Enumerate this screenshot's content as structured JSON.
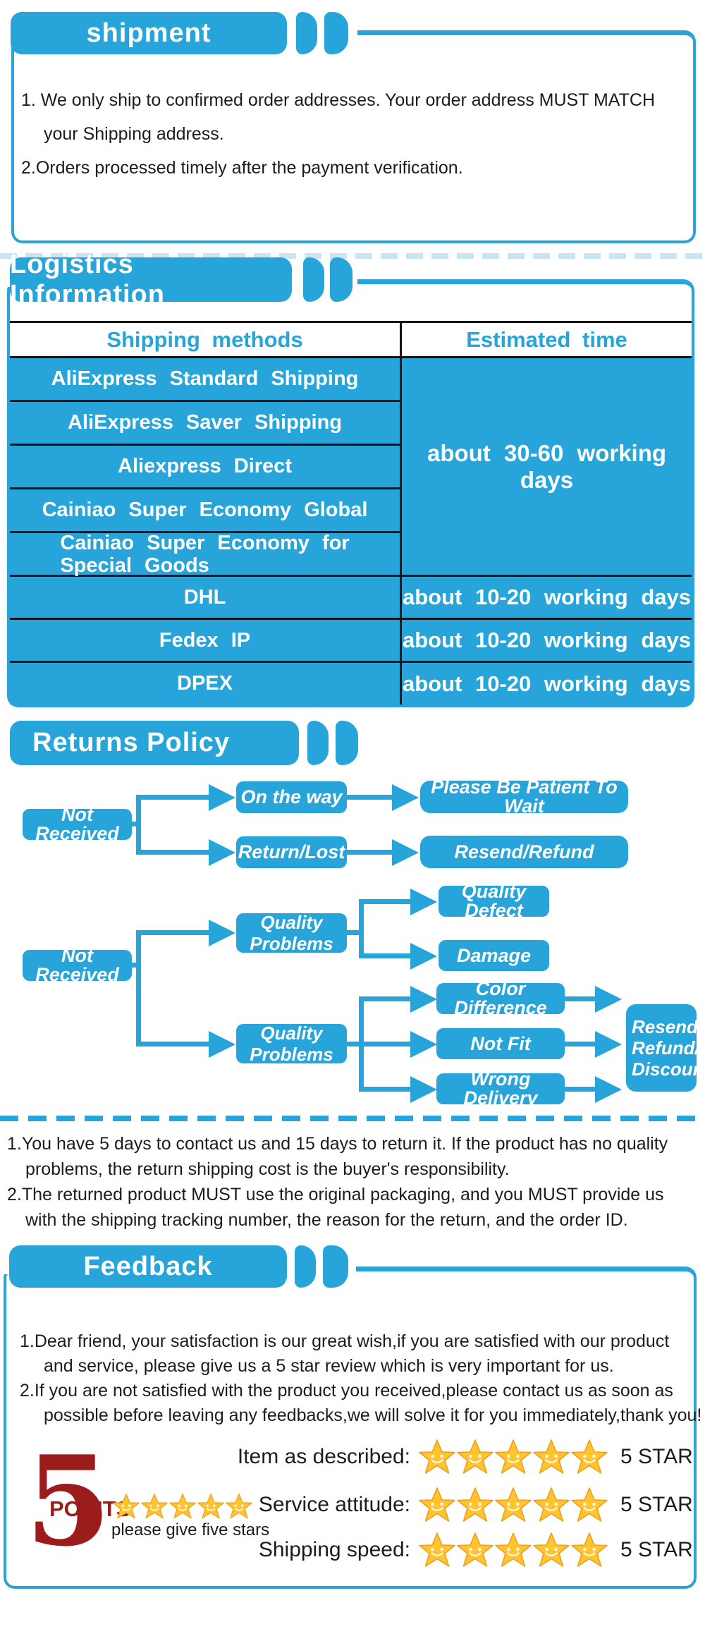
{
  "colors": {
    "blue": "#27a5db",
    "red": "#9c1b1b",
    "gold": "#ffc42e",
    "gold_edge": "#ef9f1e",
    "grid": "#141414"
  },
  "shipment": {
    "title": "shipment",
    "lines": [
      "1. We only ship to confirmed order addresses. Your order address MUST MATCH",
      "your Shipping address.",
      "2.Orders processed timely after the payment verification."
    ]
  },
  "logistics": {
    "title": "Logistics Information",
    "table": {
      "headers": [
        "Shipping methods",
        "Estimated time"
      ],
      "methods": [
        "AliExpress Standard Shipping",
        "AliExpress Saver Shipping",
        "Aliexpress Direct",
        "Cainiao Super Economy Global",
        "Cainiao Super Economy for\nSpecial Goods",
        "DHL",
        "Fedex IP",
        "DPEX"
      ],
      "merged_time": "about 30-60 working days",
      "times": [
        "about 10-20 working days",
        "about 10-20 working days",
        "about 10-20 working days"
      ]
    }
  },
  "returns": {
    "title": "Returns Policy",
    "flow1": {
      "source": "Not Received",
      "mid1": "On the way",
      "result1": "Please Be Patient To Wait",
      "mid2": "Return/Lost",
      "result2": "Resend/Refund"
    },
    "flow2": {
      "source": "Not Received",
      "mid1": "Quality\nProblems",
      "target1": "Quality Defect",
      "target2": "Damage",
      "mid2": "Quality\nProblems",
      "target3": "Color Difference",
      "target4": "Not Fit",
      "target5": "Wrong Delivery",
      "result": "Resend/\nRefund/\nDiscount"
    },
    "notes": [
      "1.You have 5 days to contact us and 15 days to return it. If the product has no quality",
      "problems, the return shipping cost is the buyer's responsibility.",
      "2.The returned product MUST use the original packaging, and you MUST provide us",
      "with the shipping tracking number, the reason for the return, and the order ID."
    ]
  },
  "feedback": {
    "title": "Feedback",
    "lines": [
      "1.Dear friend, your satisfaction is our great wish,if you are satisfied with our product",
      "and service, please give us a 5 star review which is very important for us.",
      "2.If you are not satisfied with the product you received,please contact us as soon as",
      "possible before leaving any feedbacks,we will solve it for you immediately,thank you!"
    ],
    "ratings": [
      {
        "label": "Item as described:",
        "stars": 5,
        "value": "5 STAR"
      },
      {
        "label": "Service attitude:",
        "stars": 5,
        "value": "5 STAR"
      },
      {
        "label": "Shipping speed:",
        "stars": 5,
        "value": "5 STAR"
      }
    ],
    "points": {
      "number": "5",
      "label": "POINTS",
      "stars": 5,
      "caption": "please give five stars"
    }
  }
}
